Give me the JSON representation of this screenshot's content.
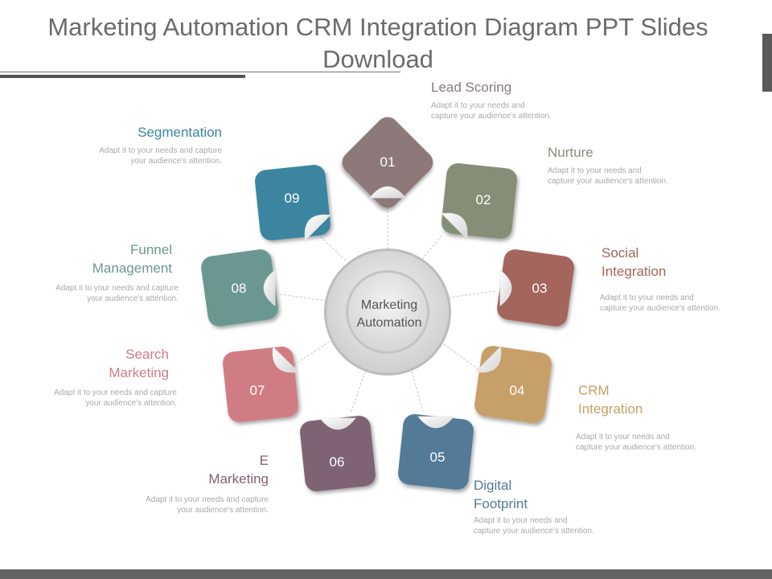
{
  "title": "Marketing Automation CRM Integration Diagram PPT Slides Download",
  "center": {
    "line1": "Marketing",
    "line2": "Automation"
  },
  "tiles": [
    {
      "num": "01",
      "color": "#8d7979"
    },
    {
      "num": "02",
      "color": "#858f77"
    },
    {
      "num": "03",
      "color": "#a3655b"
    },
    {
      "num": "04",
      "color": "#c79f68"
    },
    {
      "num": "05",
      "color": "#527a96"
    },
    {
      "num": "06",
      "color": "#7e6474"
    },
    {
      "num": "07",
      "color": "#d07c83"
    },
    {
      "num": "08",
      "color": "#6a9890"
    },
    {
      "num": "09",
      "color": "#3a85a0"
    }
  ],
  "items": [
    {
      "label": "Lead Scoring",
      "color": "#8d7979",
      "desc1": "Adapt it to your needs and",
      "desc2": "capture your audience's attention."
    },
    {
      "label": "Nurture",
      "color": "#858f77",
      "desc1": "Adapt it to your needs and",
      "desc2": "capture your audience's attention."
    },
    {
      "label1": "Social",
      "label2": "Integration",
      "color": "#a3655b",
      "desc1": "Adapt it to your needs and",
      "desc2": "capture your audience's attention."
    },
    {
      "label1": "CRM",
      "label2": "Integration",
      "color": "#c79f68",
      "desc1": "Adapt it to your needs and",
      "desc2": "capture your audience's attention."
    },
    {
      "label1": "Digital",
      "label2": "Footprint",
      "color": "#527a96",
      "desc1": "Adapt it to your needs and",
      "desc2": "capture your audience's attention."
    },
    {
      "label1": "E",
      "label2": "Marketing",
      "color": "#7e6474",
      "desc1": "Adapt it to your needs and capture",
      "desc2": "your audience's attention."
    },
    {
      "label1": "Search",
      "label2": "Marketing",
      "color": "#d07c83",
      "desc1": "Adapt it to your needs and capture",
      "desc2": "your audience's attention."
    },
    {
      "label1": "Funnel",
      "label2": "Management",
      "color": "#6a9890",
      "desc1": "Adapt it to your needs and capture",
      "desc2": "your audience's attention."
    },
    {
      "label": "Segmentation",
      "color": "#3a85a0",
      "desc1": "Adapt it to your needs and capture",
      "desc2": "your audience's attention."
    }
  ]
}
